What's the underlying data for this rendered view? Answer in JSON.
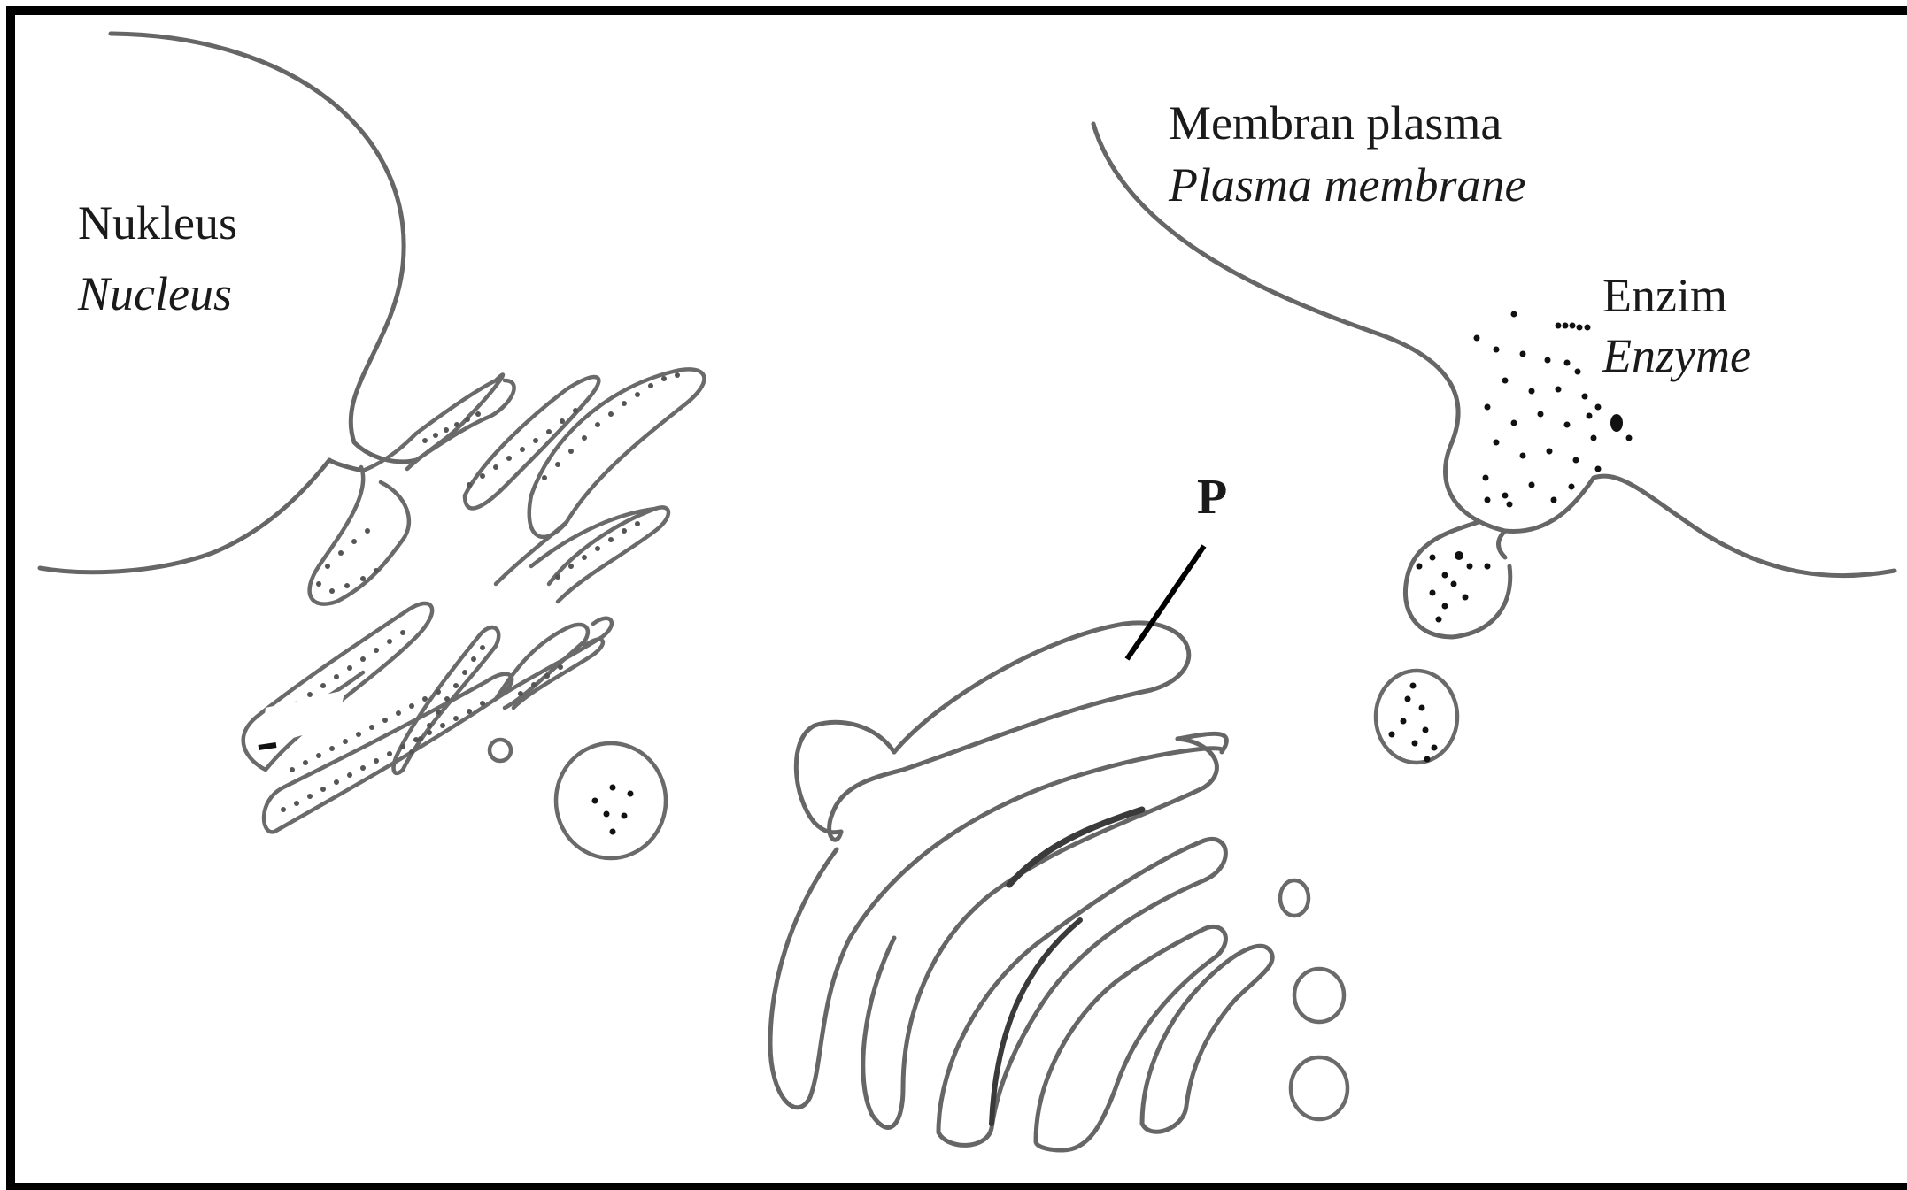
{
  "labels": {
    "nucleus_ms": "Nukleus",
    "nucleus_en": "Nucleus",
    "membrane_ms": "Membran plasma",
    "membrane_en": "Plasma membrane",
    "enzyme_ms": "Enzim",
    "enzyme_en": "Enzyme",
    "p": "P"
  }
}
